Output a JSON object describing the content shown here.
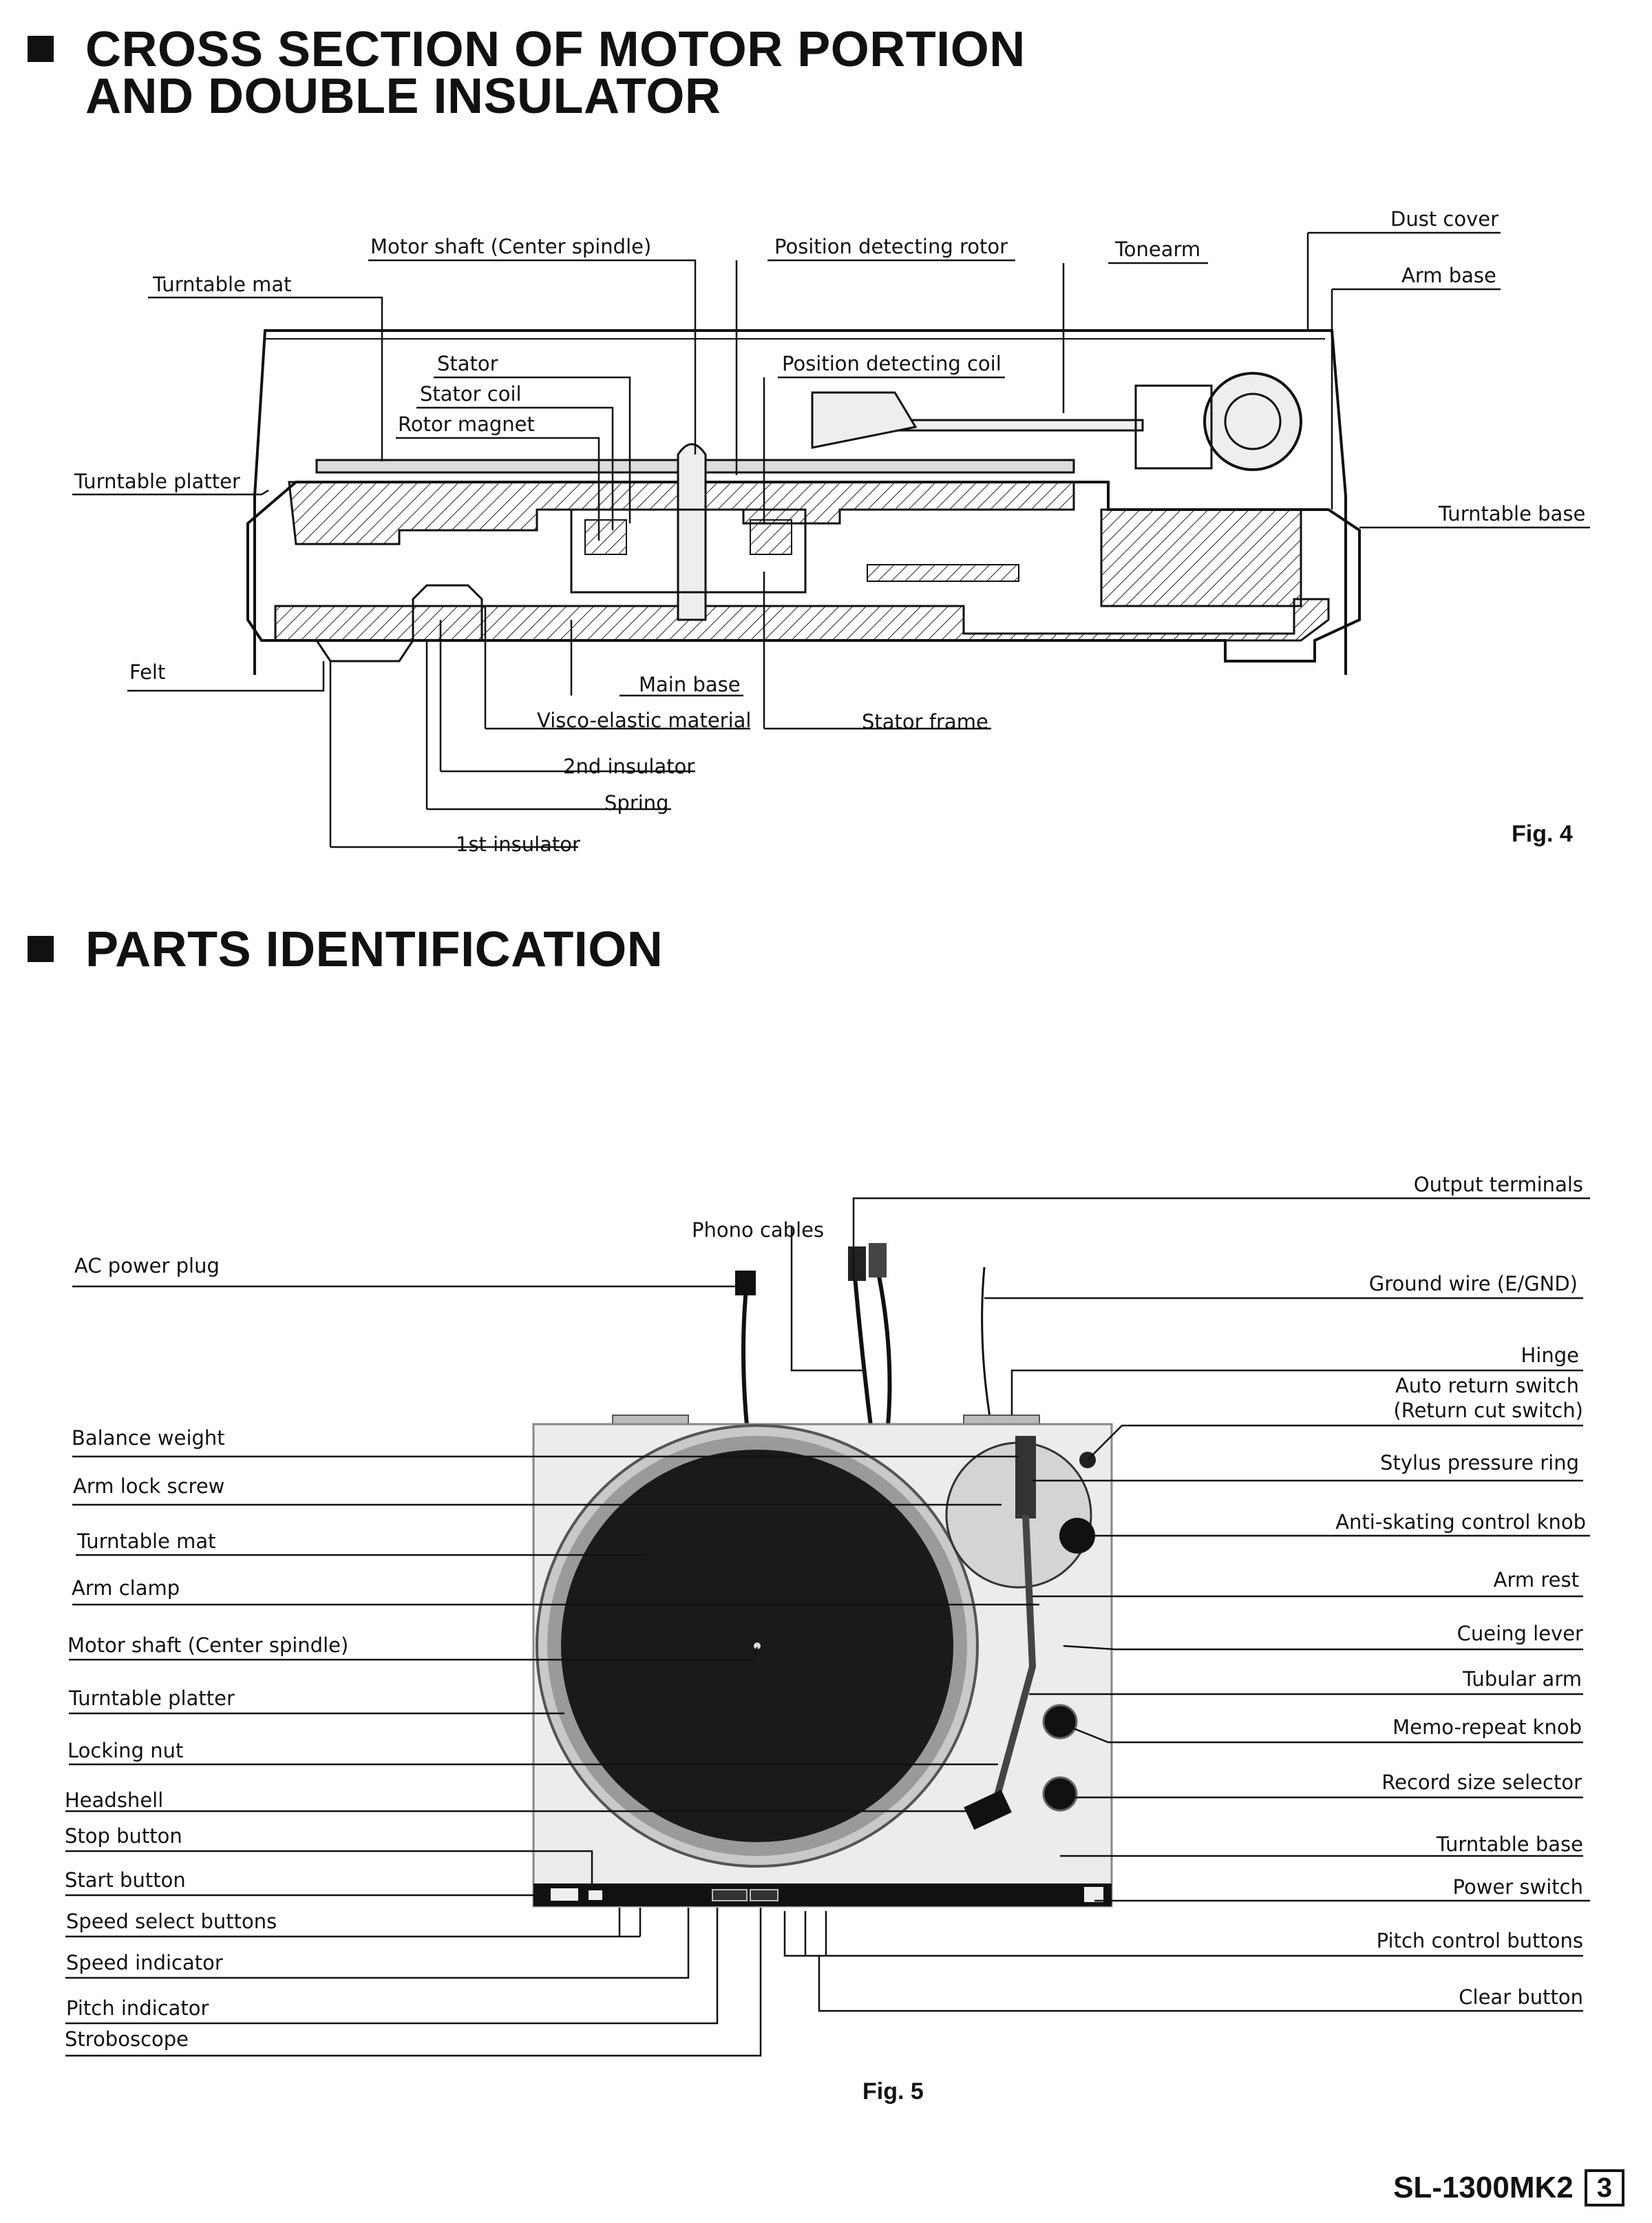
{
  "sections": {
    "cross_section_title_1": "CROSS SECTION OF MOTOR PORTION",
    "cross_section_title_2": "AND DOUBLE INSULATOR",
    "parts_title": "PARTS IDENTIFICATION"
  },
  "fig4": {
    "caption": "Fig. 4",
    "labels": {
      "motor_shaft": "Motor shaft (Center spindle)",
      "position_rotor": "Position detecting rotor",
      "tonearm": "Tonearm",
      "dust_cover": "Dust cover",
      "arm_base": "Arm base",
      "turntable_mat": "Turntable mat",
      "stator": "Stator",
      "stator_coil": "Stator coil",
      "rotor_magnet": "Rotor magnet",
      "position_coil": "Position detecting coil",
      "turntable_platter": "Turntable platter",
      "turntable_base": "Turntable base",
      "felt": "Felt",
      "main_base": "Main base",
      "visco": "Visco-elastic material",
      "stator_frame": "Stator frame",
      "second_insulator": "2nd insulator",
      "spring": "Spring",
      "first_insulator": "1st insulator"
    }
  },
  "fig5": {
    "caption": "Fig. 5",
    "left_labels": {
      "ac_power_plug": "AC power plug",
      "balance_weight": "Balance weight",
      "arm_lock_screw": "Arm lock screw",
      "turntable_mat": "Turntable mat",
      "arm_clamp": "Arm clamp",
      "motor_shaft": "Motor shaft (Center spindle)",
      "turntable_platter": "Turntable platter",
      "locking_nut": "Locking nut",
      "headshell": "Headshell",
      "stop_button": "Stop button",
      "start_button": "Start  button",
      "speed_select": "Speed select buttons",
      "speed_indicator": "Speed indicator",
      "pitch_indicator": "Pitch indicator",
      "stroboscope": "Stroboscope"
    },
    "top_labels": {
      "phono_cables": "Phono cables"
    },
    "right_labels": {
      "output_terminals": "Output terminals",
      "ground_wire": "Ground wire (E/GND)",
      "hinge": "Hinge",
      "auto_return_1": "Auto return switch",
      "auto_return_2": "(Return cut switch)",
      "stylus_ring": "Stylus pressure ring",
      "anti_skating": "Anti-skating control knob",
      "arm_rest": "Arm rest",
      "cueing_lever": "Cueing lever",
      "tubular_arm": "Tubular arm",
      "memo_repeat": "Memo-repeat knob",
      "record_size": "Record size selector",
      "turntable_base": "Turntable base",
      "power_switch": "Power switch",
      "pitch_control": "Pitch control buttons",
      "clear_button": "Clear button"
    }
  },
  "footer": {
    "model": "SL-1300MK2",
    "page": "3"
  }
}
